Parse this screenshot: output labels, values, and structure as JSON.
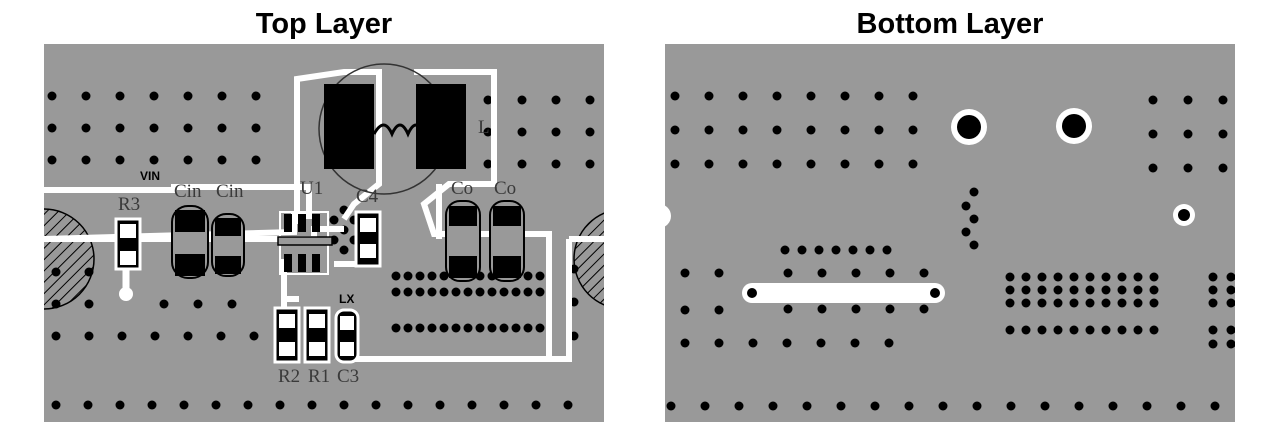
{
  "titles": {
    "top": "Top Layer",
    "bottom": "Bottom Layer"
  },
  "labels": {
    "vin": "VIN",
    "r3": "R3",
    "cin1": "Cin",
    "cin2": "Cin",
    "u1": "U1",
    "c4": "C4",
    "co1": "Co",
    "co2": "Co",
    "l": "L",
    "lx": "LX",
    "r2": "R2",
    "r1": "R1",
    "c3": "C3"
  },
  "colors": {
    "board": "#999999",
    "trace": "#ffffff",
    "pad": "#000000",
    "via": "#000000"
  }
}
